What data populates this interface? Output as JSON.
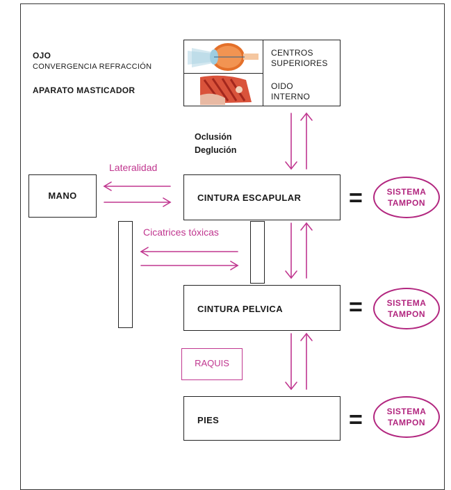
{
  "header": {
    "ojo_title": "OJO",
    "ojo_subtitle": "CONVERGENCIA REFRACCIÓN",
    "aparato": "APARATO MASTICADOR"
  },
  "top_box": {
    "centros_line1": "CENTROS",
    "centros_line2": "SUPERIORES",
    "oido_line1": "OIDO",
    "oido_line2": "INTERNO"
  },
  "oclusion": {
    "line1": "Oclusión",
    "line2": "Deglución"
  },
  "lateralidad": "Lateralidad",
  "mano": "MANO",
  "cintura_escapular": "CINTURA ESCAPULAR",
  "cicatrices": "Cicatrices tóxicas",
  "cintura_pelvica": "CINTURA PELVICA",
  "raquis": "RAQUIS",
  "pies": "PIES",
  "equals": "=",
  "sistema": {
    "line1": "SISTEMA",
    "line2": "TAMPON"
  },
  "colors": {
    "accent": "#b2267f",
    "arrow": "#c0368f",
    "border": "#222222"
  }
}
